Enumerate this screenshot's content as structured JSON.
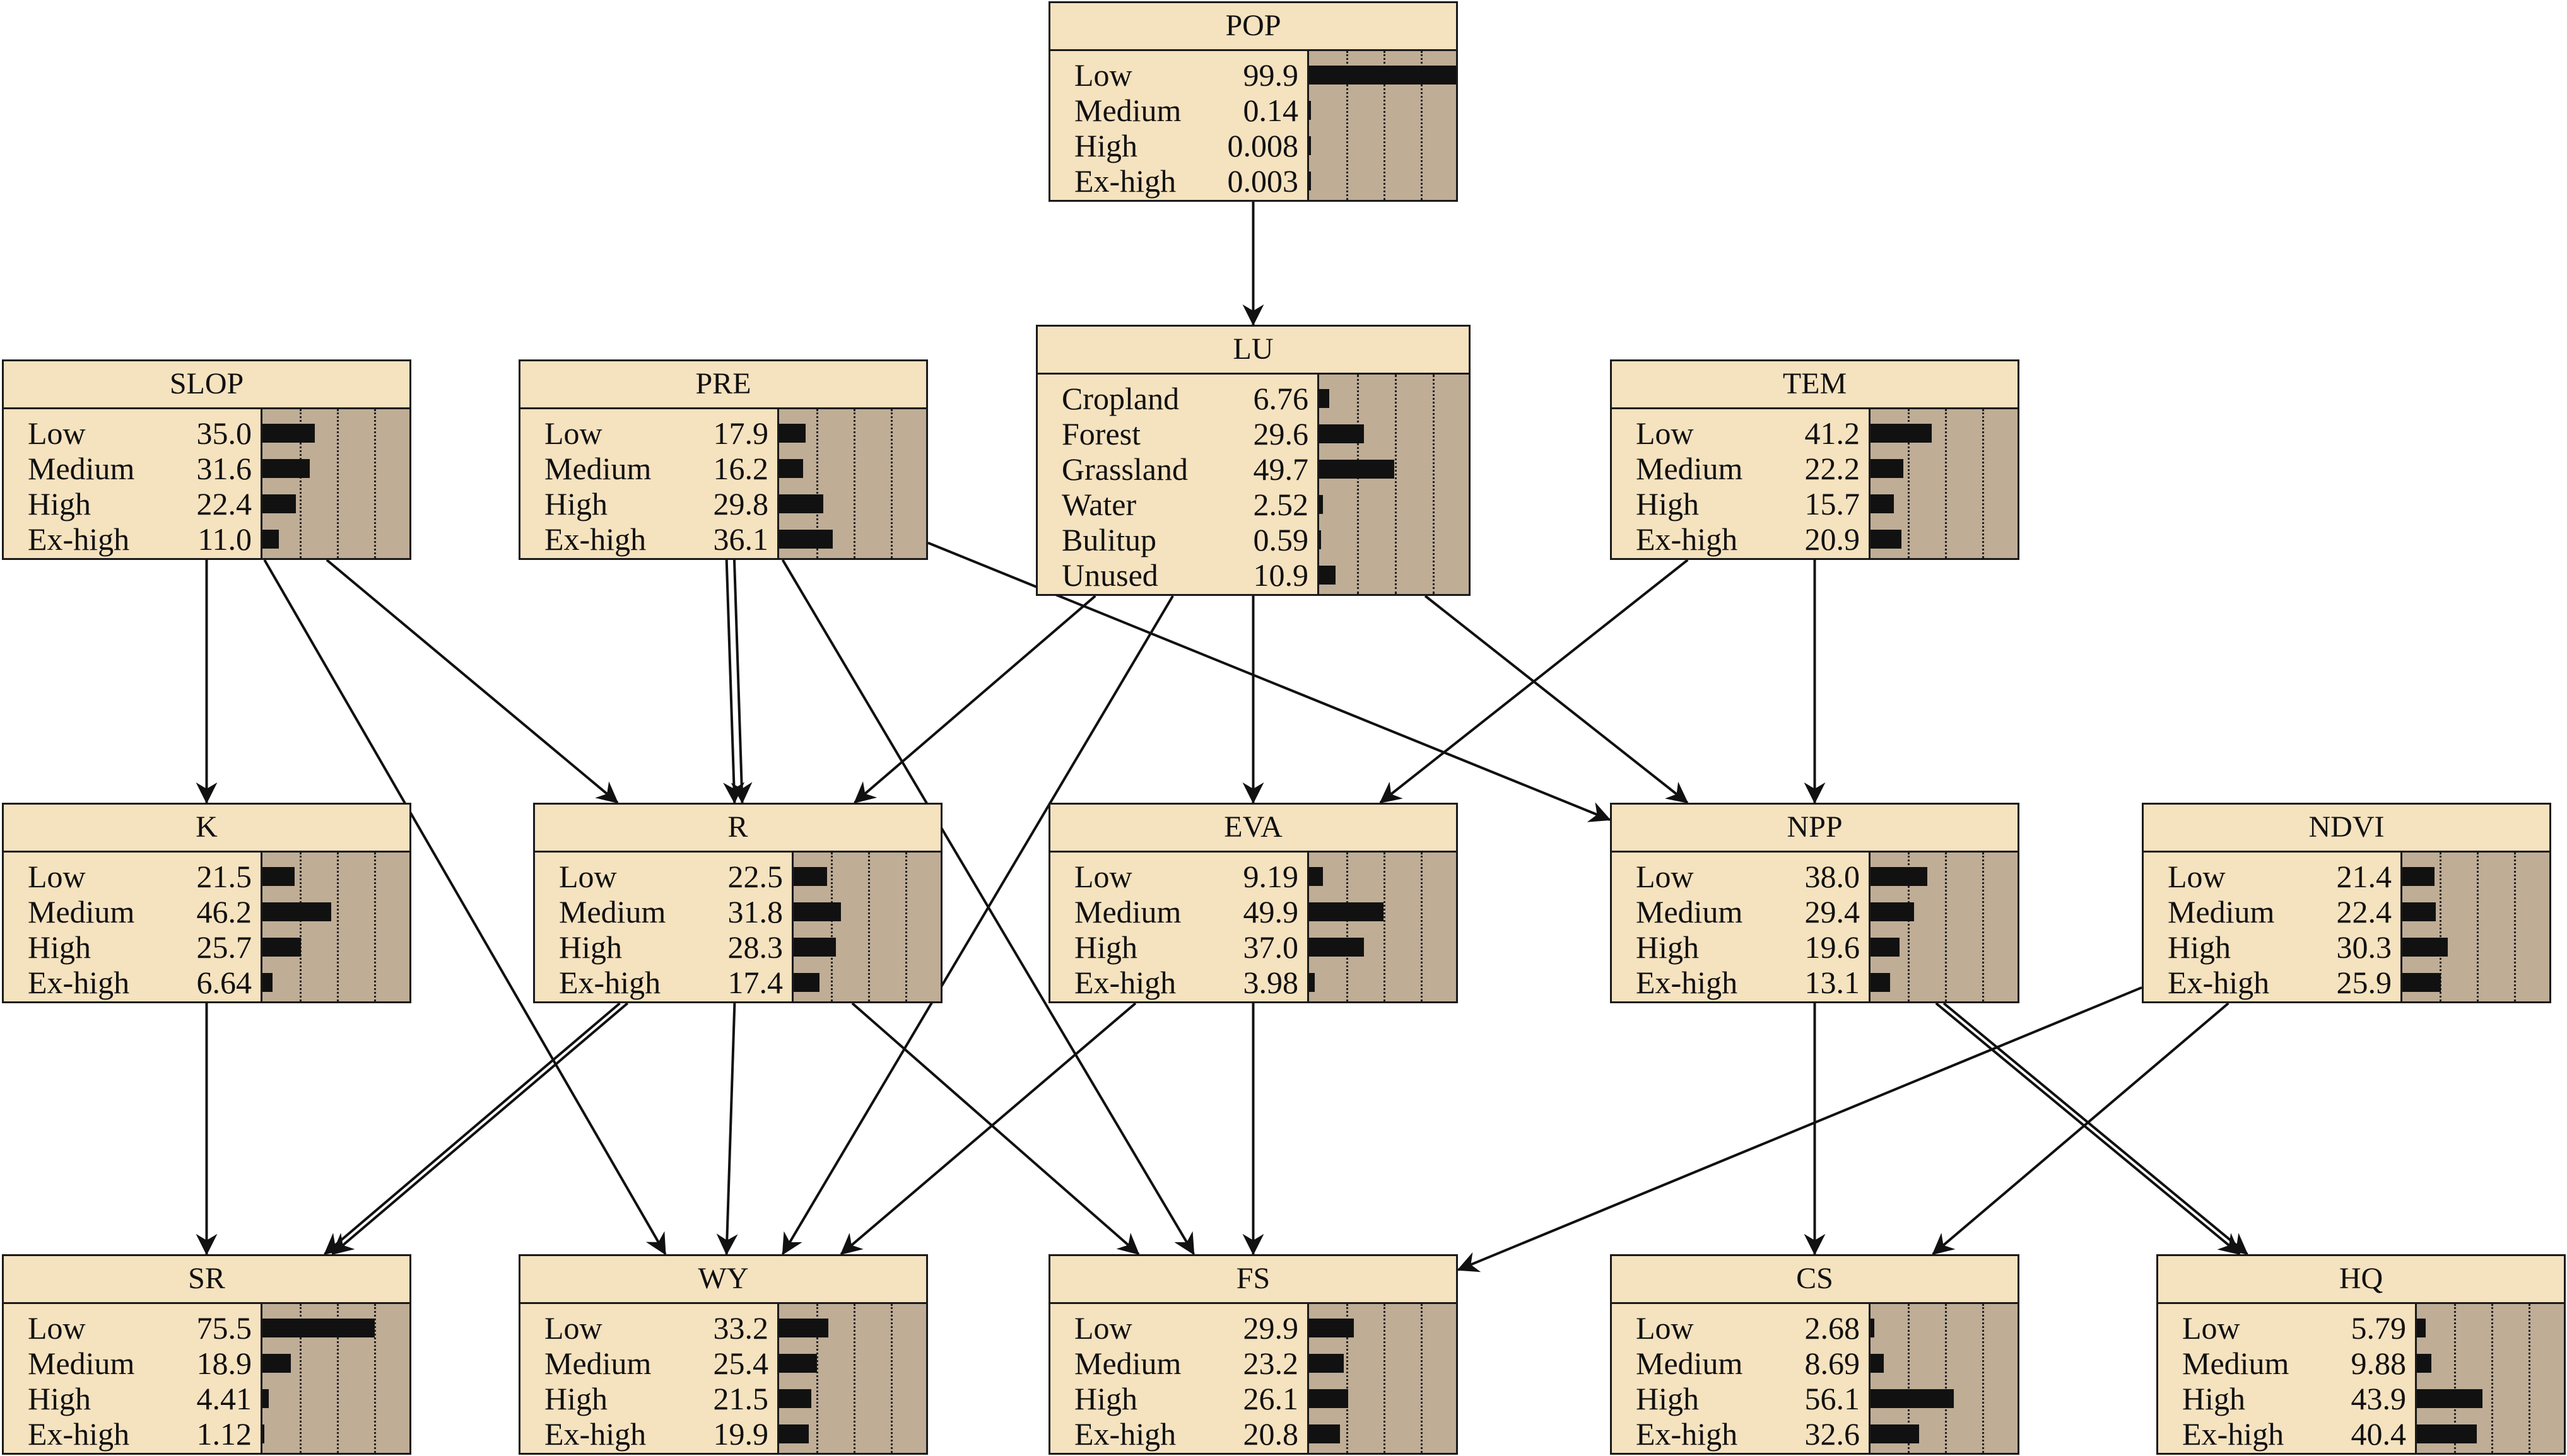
{
  "nodes": [
    {
      "id": "POP",
      "title": "POP",
      "states": [
        {
          "label": "Low",
          "value": "99.9"
        },
        {
          "label": "Medium",
          "value": "0.14"
        },
        {
          "label": "High",
          "value": "0.008"
        },
        {
          "label": "Ex-high",
          "value": "0.003"
        }
      ]
    },
    {
      "id": "LU",
      "title": "LU",
      "states": [
        {
          "label": "Cropland",
          "value": "6.76"
        },
        {
          "label": "Forest",
          "value": "29.6"
        },
        {
          "label": "Grassland",
          "value": "49.7"
        },
        {
          "label": "Water",
          "value": "2.52"
        },
        {
          "label": "Bulitup",
          "value": "0.59"
        },
        {
          "label": "Unused",
          "value": "10.9"
        }
      ]
    },
    {
      "id": "SLOP",
      "title": "SLOP",
      "states": [
        {
          "label": "Low",
          "value": "35.0"
        },
        {
          "label": "Medium",
          "value": "31.6"
        },
        {
          "label": "High",
          "value": "22.4"
        },
        {
          "label": "Ex-high",
          "value": "11.0"
        }
      ]
    },
    {
      "id": "PRE",
      "title": "PRE",
      "states": [
        {
          "label": "Low",
          "value": "17.9"
        },
        {
          "label": "Medium",
          "value": "16.2"
        },
        {
          "label": "High",
          "value": "29.8"
        },
        {
          "label": "Ex-high",
          "value": "36.1"
        }
      ]
    },
    {
      "id": "TEM",
      "title": "TEM",
      "states": [
        {
          "label": "Low",
          "value": "41.2"
        },
        {
          "label": "Medium",
          "value": "22.2"
        },
        {
          "label": "High",
          "value": "15.7"
        },
        {
          "label": "Ex-high",
          "value": "20.9"
        }
      ]
    },
    {
      "id": "K",
      "title": "K",
      "states": [
        {
          "label": "Low",
          "value": "21.5"
        },
        {
          "label": "Medium",
          "value": "46.2"
        },
        {
          "label": "High",
          "value": "25.7"
        },
        {
          "label": "Ex-high",
          "value": "6.64"
        }
      ]
    },
    {
      "id": "R",
      "title": "R",
      "states": [
        {
          "label": "Low",
          "value": "22.5"
        },
        {
          "label": "Medium",
          "value": "31.8"
        },
        {
          "label": "High",
          "value": "28.3"
        },
        {
          "label": "Ex-high",
          "value": "17.4"
        }
      ]
    },
    {
      "id": "EVA",
      "title": "EVA",
      "states": [
        {
          "label": "Low",
          "value": "9.19"
        },
        {
          "label": "Medium",
          "value": "49.9"
        },
        {
          "label": "High",
          "value": "37.0"
        },
        {
          "label": "Ex-high",
          "value": "3.98"
        }
      ]
    },
    {
      "id": "NPP",
      "title": "NPP",
      "states": [
        {
          "label": "Low",
          "value": "38.0"
        },
        {
          "label": "Medium",
          "value": "29.4"
        },
        {
          "label": "High",
          "value": "19.6"
        },
        {
          "label": "Ex-high",
          "value": "13.1"
        }
      ]
    },
    {
      "id": "NDVI",
      "title": "NDVI",
      "states": [
        {
          "label": "Low",
          "value": "21.4"
        },
        {
          "label": "Medium",
          "value": "22.4"
        },
        {
          "label": "High",
          "value": "30.3"
        },
        {
          "label": "Ex-high",
          "value": "25.9"
        }
      ]
    },
    {
      "id": "SR",
      "title": "SR",
      "states": [
        {
          "label": "Low",
          "value": "75.5"
        },
        {
          "label": "Medium",
          "value": "18.9"
        },
        {
          "label": "High",
          "value": "4.41"
        },
        {
          "label": "Ex-high",
          "value": "1.12"
        }
      ]
    },
    {
      "id": "WY",
      "title": "WY",
      "states": [
        {
          "label": "Low",
          "value": "33.2"
        },
        {
          "label": "Medium",
          "value": "25.4"
        },
        {
          "label": "High",
          "value": "21.5"
        },
        {
          "label": "Ex-high",
          "value": "19.9"
        }
      ]
    },
    {
      "id": "FS",
      "title": "FS",
      "states": [
        {
          "label": "Low",
          "value": "29.9"
        },
        {
          "label": "Medium",
          "value": "23.2"
        },
        {
          "label": "High",
          "value": "26.1"
        },
        {
          "label": "Ex-high",
          "value": "20.8"
        }
      ]
    },
    {
      "id": "CS",
      "title": "CS",
      "states": [
        {
          "label": "Low",
          "value": "2.68"
        },
        {
          "label": "Medium",
          "value": "8.69"
        },
        {
          "label": "High",
          "value": "56.1"
        },
        {
          "label": "Ex-high",
          "value": "32.6"
        }
      ]
    },
    {
      "id": "HQ",
      "title": "HQ",
      "states": [
        {
          "label": "Low",
          "value": "5.79"
        },
        {
          "label": "Medium",
          "value": "9.88"
        },
        {
          "label": "High",
          "value": "43.9"
        },
        {
          "label": "Ex-high",
          "value": "40.4"
        }
      ]
    }
  ],
  "edges": [
    {
      "from": "POP",
      "to": "LU"
    },
    {
      "from": "SLOP",
      "to": "K"
    },
    {
      "from": "SLOP",
      "to": "R"
    },
    {
      "from": "SLOP",
      "to": "WY"
    },
    {
      "from": "PRE",
      "to": "R"
    },
    {
      "from": "PRE",
      "to": "R"
    },
    {
      "from": "PRE",
      "to": "FS"
    },
    {
      "from": "PRE",
      "to": "NPP"
    },
    {
      "from": "LU",
      "to": "R"
    },
    {
      "from": "LU",
      "to": "WY"
    },
    {
      "from": "LU",
      "to": "EVA"
    },
    {
      "from": "LU",
      "to": "NPP"
    },
    {
      "from": "TEM",
      "to": "EVA"
    },
    {
      "from": "TEM",
      "to": "NPP"
    },
    {
      "from": "K",
      "to": "SR"
    },
    {
      "from": "R",
      "to": "SR"
    },
    {
      "from": "R",
      "to": "SR"
    },
    {
      "from": "R",
      "to": "WY"
    },
    {
      "from": "R",
      "to": "FS"
    },
    {
      "from": "EVA",
      "to": "WY"
    },
    {
      "from": "EVA",
      "to": "FS"
    },
    {
      "from": "NPP",
      "to": "CS"
    },
    {
      "from": "NPP",
      "to": "HQ"
    },
    {
      "from": "NPP",
      "to": "HQ"
    },
    {
      "from": "NDVI",
      "to": "FS"
    },
    {
      "from": "NDVI",
      "to": "CS"
    }
  ],
  "colors": {
    "node_fill": "#f5e2bf",
    "bar_area": "#bfad96",
    "bar": "#111111",
    "edge": "#111111"
  }
}
